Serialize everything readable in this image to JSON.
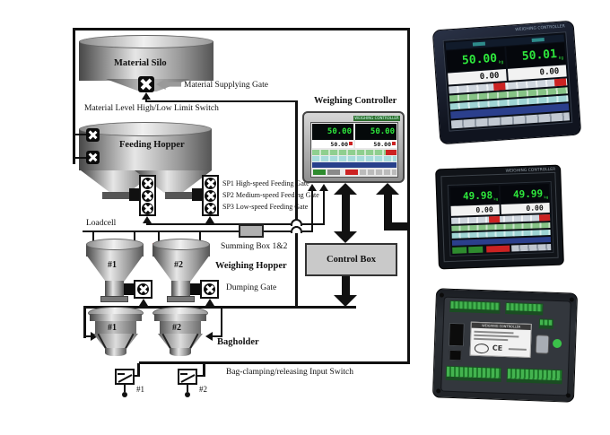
{
  "diagram": {
    "labels": {
      "material_silo": "Material Silo",
      "material_supplying_gate": "Material Supplying Gate",
      "material_level_switch": "Material Level High/Low Limit Switch",
      "feeding_hopper": "Feeding Hopper",
      "sp_gates": [
        "SP1 High-speed Feeding Gate",
        "SP2 Medium-speed Feeding Gate",
        "SP3 Low-speed Feeding Gate"
      ],
      "loadcell": "Loadcell",
      "summing_box": "Summing Box 1&2",
      "weighing_hopper": "Weighing Hopper",
      "weighing_hopper_ids": [
        "#1",
        "#2"
      ],
      "dumping_gate": "Dumping Gate",
      "bagholder": "Bagholder",
      "bagholder_ids": [
        "#1",
        "#2"
      ],
      "bag_switch": "Bag-clamping/releasing Input Switch",
      "bag_switch_ids": [
        "#1",
        "#2"
      ],
      "weighing_controller": "Weighing Controller",
      "control_box": "Control Box"
    },
    "mini_controller": {
      "title": "WEIGHING CONTROLLER",
      "left_value": "50.00",
      "left_sub": "50.00",
      "right_value": "50.00",
      "right_sub": "50.00"
    }
  },
  "products": {
    "front_tilted": {
      "title": "WEIGHING CONTROLLER",
      "left_value": "50.00",
      "left_unit": "kg",
      "left_sub": "0.00",
      "right_value": "50.01",
      "right_unit": "kg",
      "right_sub": "0.00"
    },
    "front_flat": {
      "title": "WEIGHING CONTROLLER",
      "left_value": "49.98",
      "left_unit": "kg",
      "left_sub": "0.00",
      "right_value": "49.99",
      "right_unit": "kg",
      "right_sub": "0.00"
    },
    "rear": {
      "label_title": "WEIGHING CONTROLLER",
      "ce": "CE"
    }
  },
  "colors": {
    "digit_green": "#2ee83c",
    "loadcell_red": "#cc1111",
    "terminal_green": "#2f9e3f",
    "box_gray": "#c9c9c9"
  }
}
